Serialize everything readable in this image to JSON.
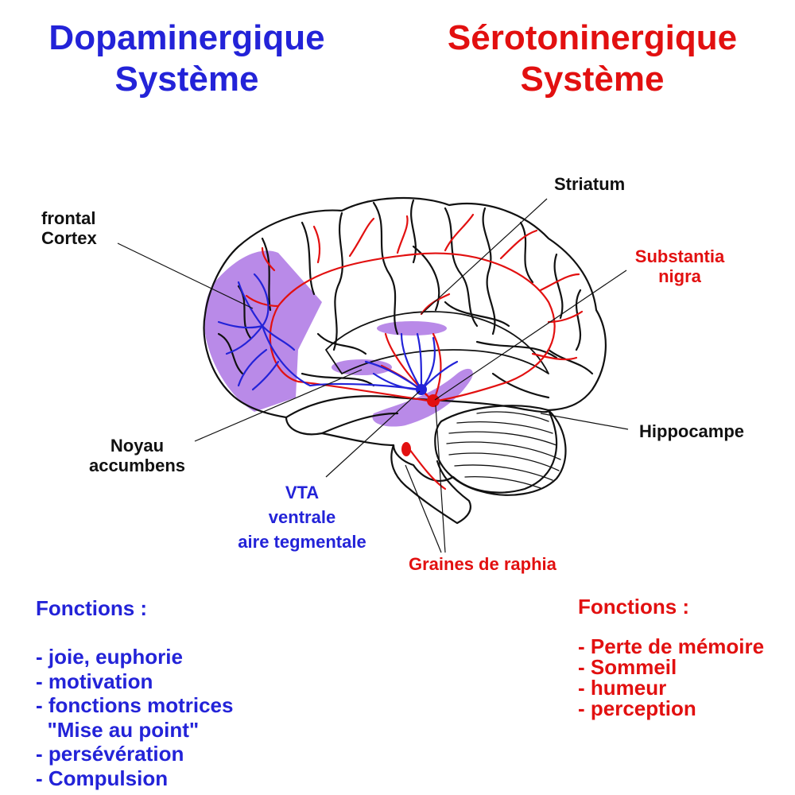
{
  "colors": {
    "dopamine": "#2323d8",
    "serotonin": "#e21010",
    "region": "#b98ae8",
    "outline": "#111111"
  },
  "titles": {
    "dopamine": {
      "line1": "Dopaminergique",
      "line2": "Système"
    },
    "serotonin": {
      "line1": "Sérotoninergique",
      "line2": "Système"
    }
  },
  "labels": {
    "frontal_cortex": {
      "line1": "frontal",
      "line2": "Cortex"
    },
    "striatum": "Striatum",
    "substantia_nigra": {
      "line1": "Substantia",
      "line2": "nigra"
    },
    "hippocampe": "Hippocampe",
    "noyau_accumbens": {
      "line1": "Noyau",
      "line2": "accumbens"
    },
    "vta": {
      "line1": "VTA",
      "line2": "ventrale",
      "line3": "aire tegmentale"
    },
    "raphe": "Graines de raphia"
  },
  "functions": {
    "dopamine": {
      "heading": "Fonctions :",
      "items": [
        "- joie, euphorie",
        "- motivation",
        "- fonctions motrices",
        "  \"Mise au point\"",
        "- persévération",
        "- Compulsion"
      ]
    },
    "serotonin": {
      "heading": "Fonctions :",
      "items": [
        "- Perte de mémoire",
        "- Sommeil",
        "- humeur",
        "- perception"
      ]
    }
  }
}
